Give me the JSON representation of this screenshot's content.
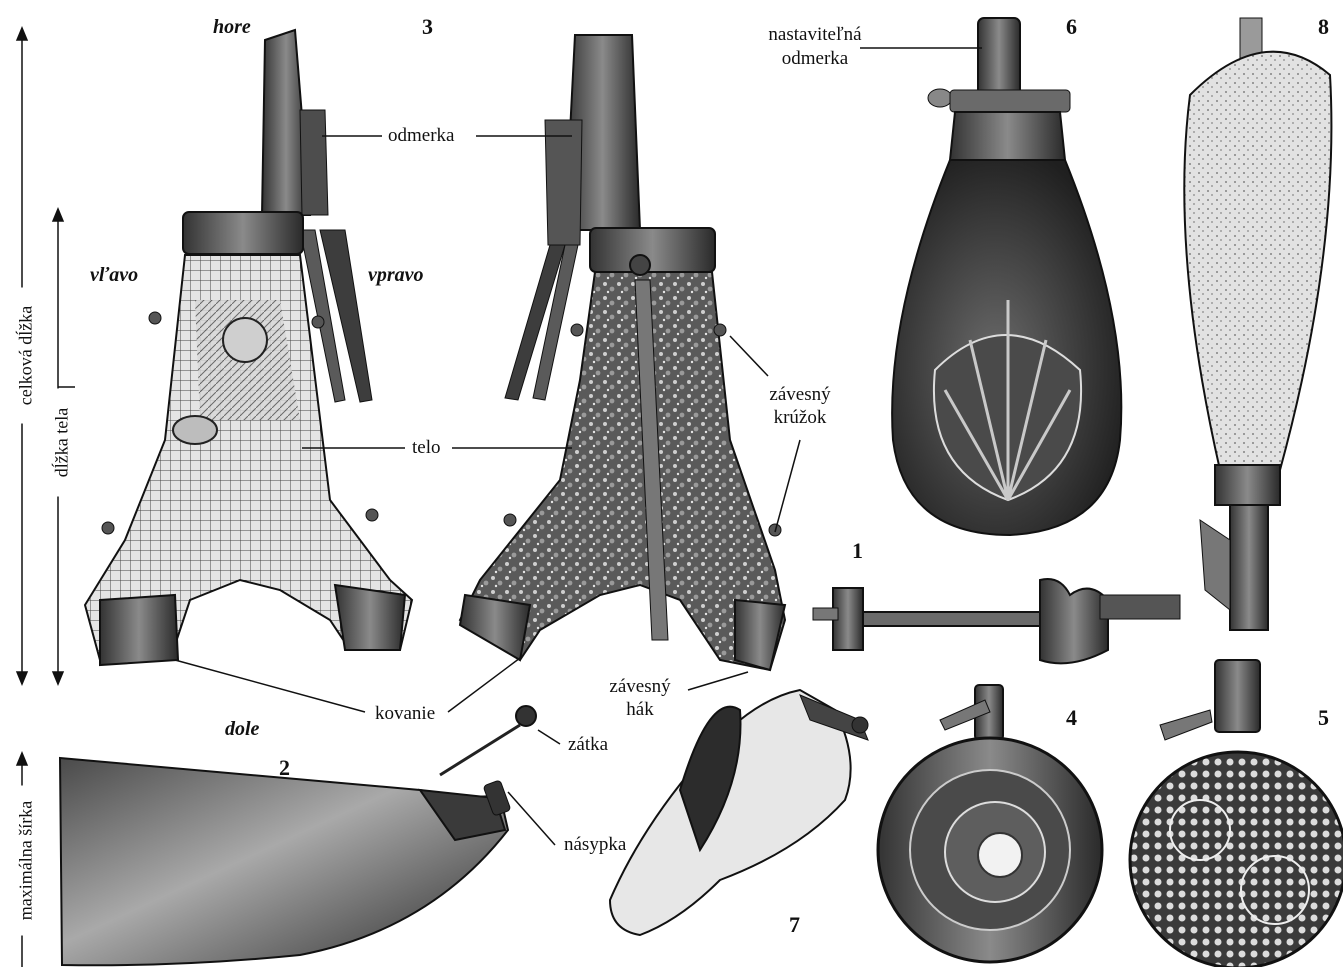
{
  "labels": {
    "hore": "hore",
    "dole": "dole",
    "vlavo": "vľavo",
    "vpravo": "vpravo",
    "odmerka": "odmerka",
    "telo": "telo",
    "kovanie": "kovanie",
    "zavesny_kruzok_1": "závesný",
    "zavesny_kruzok_2": "krúžok",
    "zavesny_hak_1": "závesný",
    "zavesny_hak_2": "hák",
    "zatka": "zátka",
    "nasypka": "násypka",
    "nastavitelna_1": "nastaviteľná",
    "nastavitelna_2": "odmerka",
    "celkova_dlzka": "celková dĺžka",
    "dlzka_tela": "dĺžka tela",
    "maximalna_sirka": "maximálna šírka"
  },
  "numbers": {
    "n1": "1",
    "n2": "2",
    "n3": "3",
    "n4": "4",
    "n5": "5",
    "n6": "6",
    "n7": "7",
    "n8": "8"
  },
  "colors": {
    "metal_dark": "#2b2b2b",
    "metal_mid": "#6a6a6a",
    "metal_light": "#bdbdbd",
    "ink": "#111111"
  }
}
